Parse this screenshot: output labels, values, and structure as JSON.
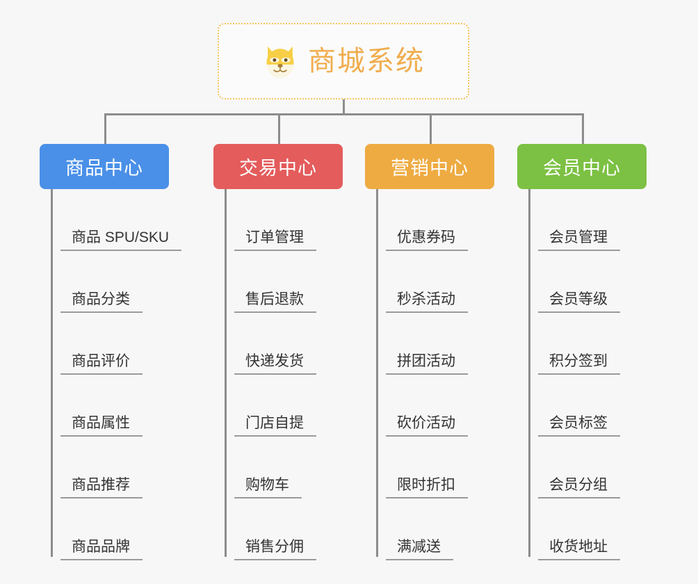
{
  "page": {
    "background_color": "#f7f7f7",
    "diagram_type": "mind-map"
  },
  "root": {
    "title": "商城系统",
    "icon": "shiba-dog-face-emoji",
    "text_color": "#f0ad4e",
    "border_color": "#f5c460"
  },
  "connector": {
    "color": "#8c8c8c"
  },
  "branches": [
    {
      "id": "product-center",
      "label": "商品中心",
      "color": "#4a90e8",
      "items": [
        "商品 SPU/SKU",
        "商品分类",
        "商品评价",
        "商品属性",
        "商品推荐",
        "商品品牌"
      ]
    },
    {
      "id": "trade-center",
      "label": "交易中心",
      "color": "#e45c5c",
      "items": [
        "订单管理",
        "售后退款",
        "快递发货",
        "门店自提",
        "购物车",
        "销售分佣"
      ]
    },
    {
      "id": "marketing-center",
      "label": "营销中心",
      "color": "#eeab42",
      "items": [
        "优惠券码",
        "秒杀活动",
        "拼团活动",
        "砍价活动",
        "限时折扣",
        "满减送"
      ]
    },
    {
      "id": "member-center",
      "label": "会员中心",
      "color": "#7cc143",
      "items": [
        "会员管理",
        "会员等级",
        "积分签到",
        "会员标签",
        "会员分组",
        "收货地址"
      ]
    }
  ]
}
